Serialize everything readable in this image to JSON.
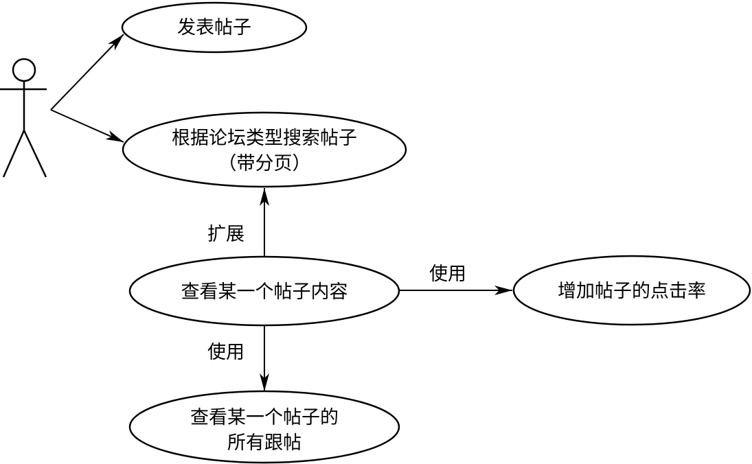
{
  "use_cases": {
    "post": {
      "lines": [
        "发表帖子"
      ]
    },
    "search": {
      "lines": [
        "根据论坛类型搜索帖子",
        "（带分页）"
      ]
    },
    "view": {
      "lines": [
        "查看某一个帖子内容"
      ]
    },
    "clicks": {
      "lines": [
        "增加帖子的点击率"
      ]
    },
    "replies": {
      "lines": [
        "查看某一个帖子的",
        "所有跟帖"
      ]
    }
  },
  "relations": {
    "extend": "扩展",
    "use_right": "使用",
    "use_down": "使用"
  },
  "colors": {
    "stroke": "#000000",
    "background": "#ffffff"
  }
}
